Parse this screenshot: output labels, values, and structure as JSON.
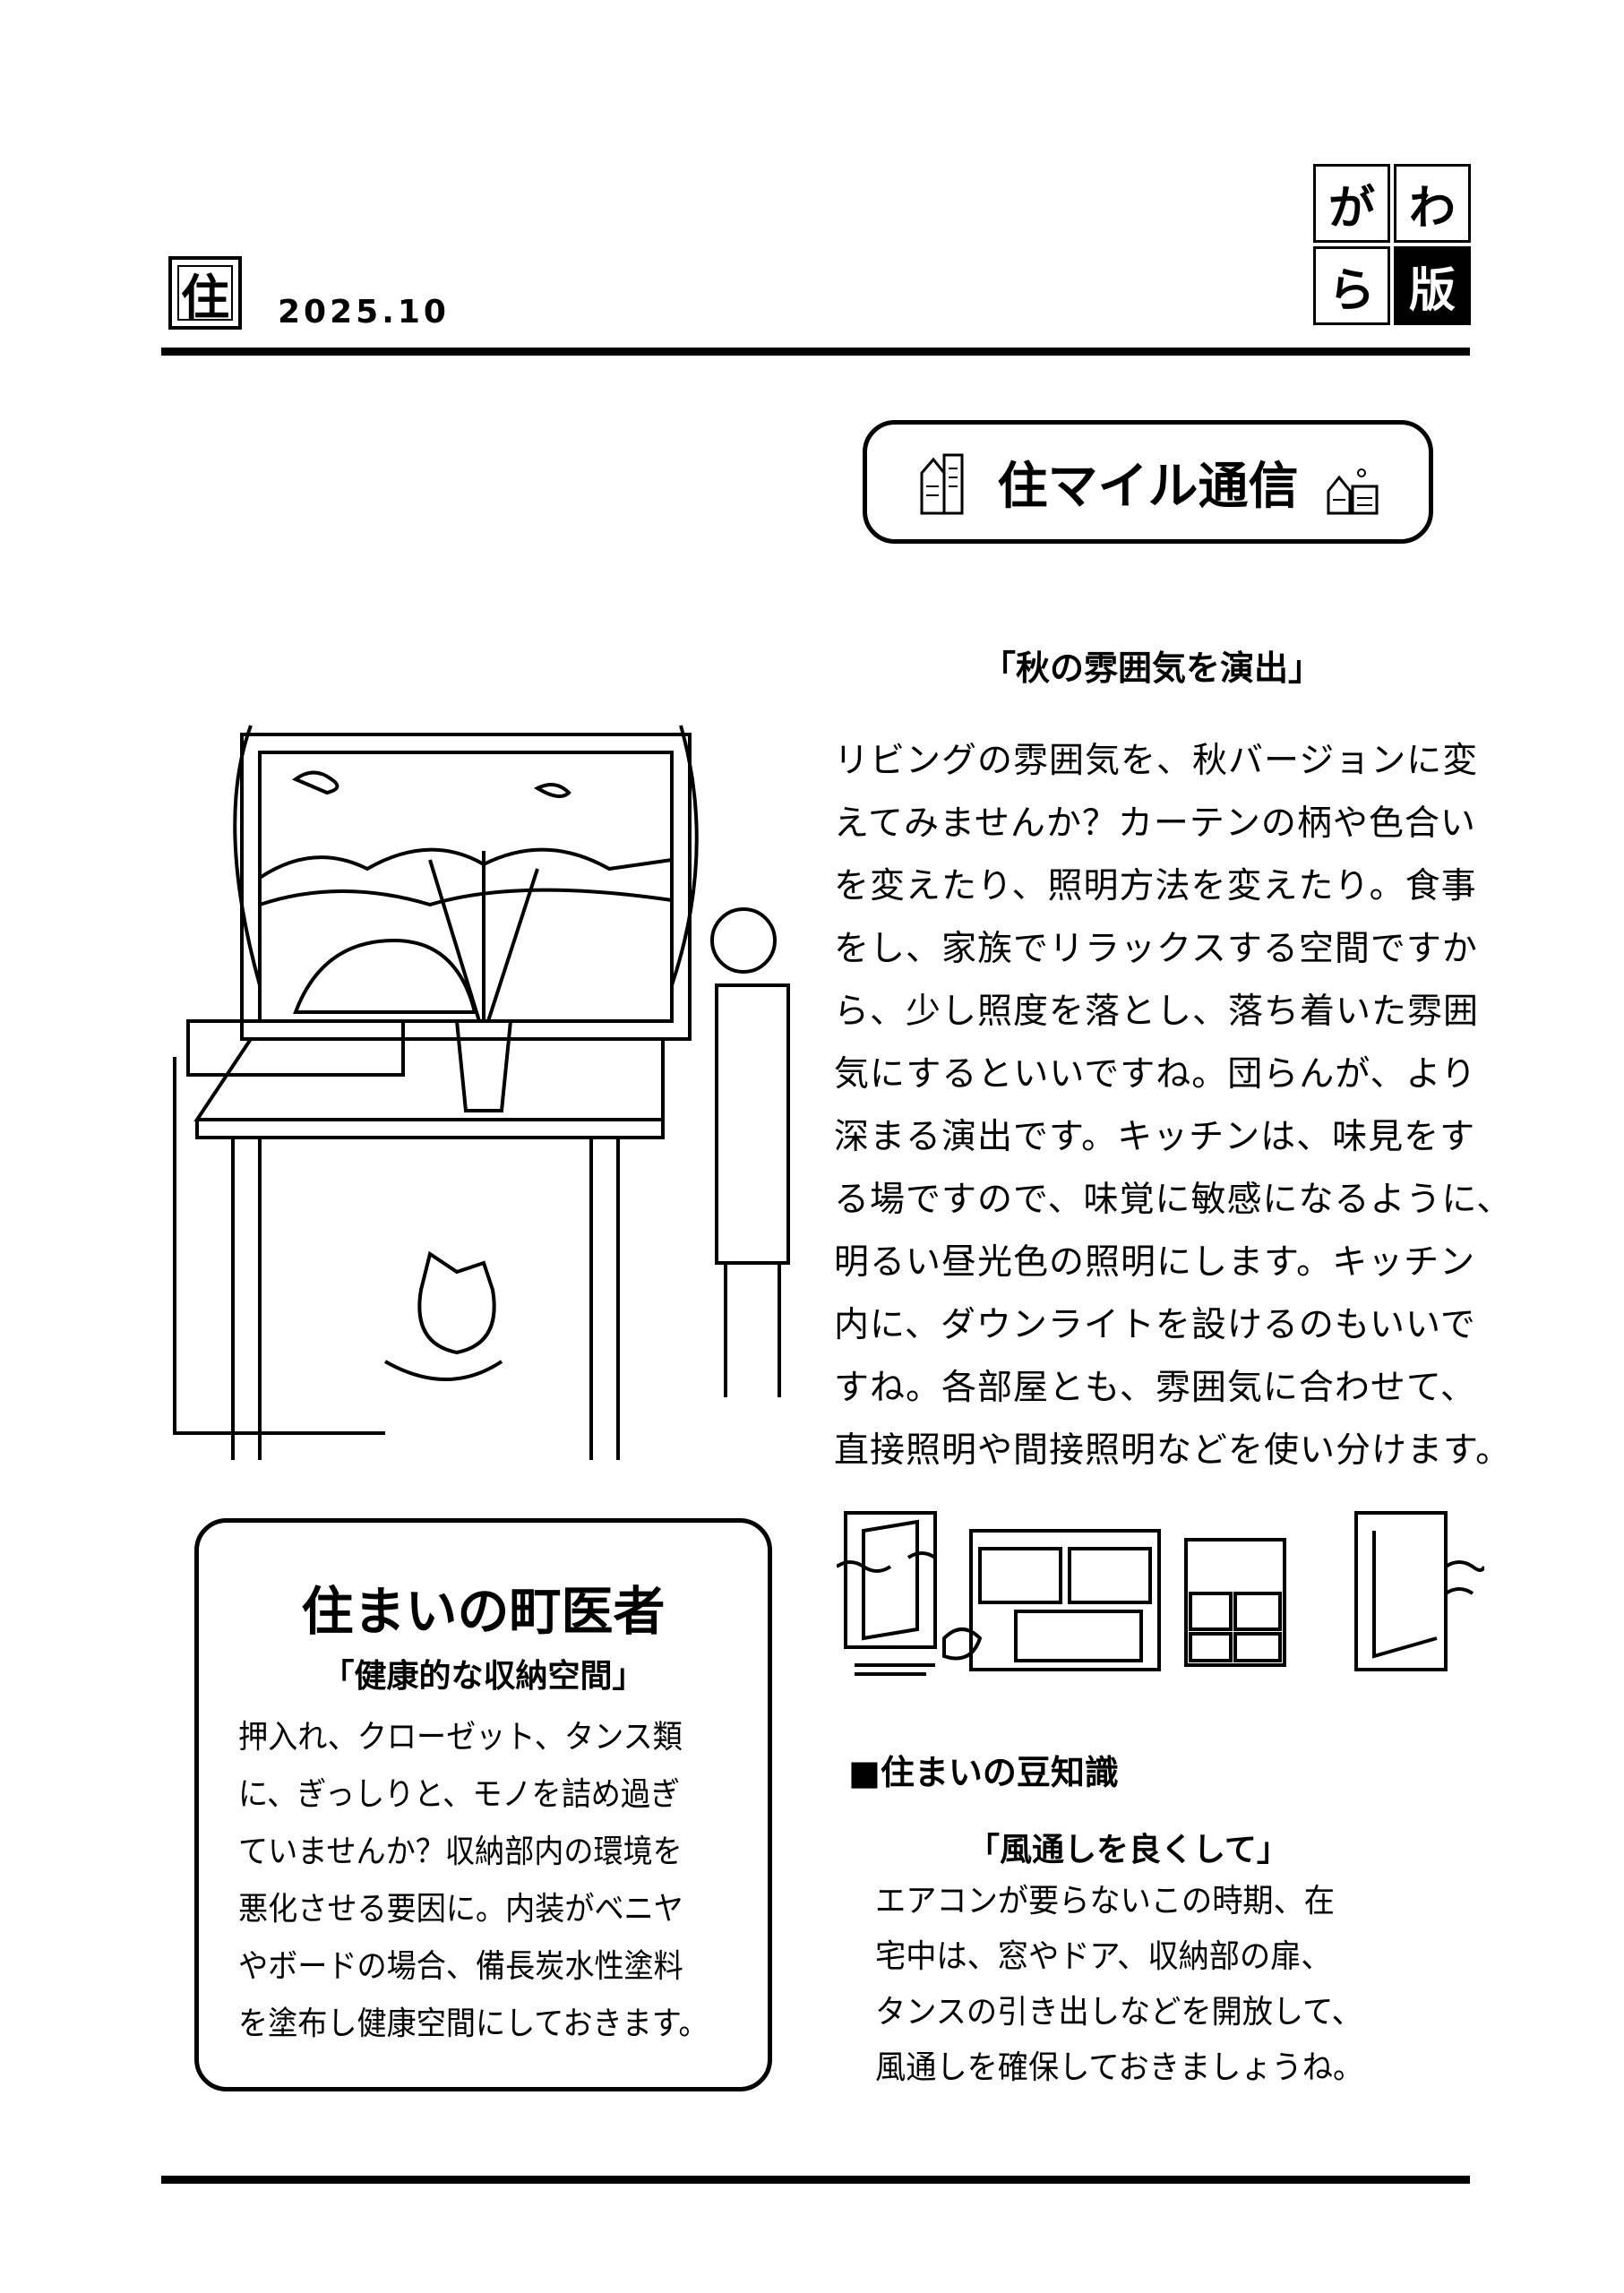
{
  "header": {
    "category_kanji": "住",
    "date": "2025.10",
    "logo": [
      "が",
      "わ",
      "ら",
      "版"
    ]
  },
  "newsletter": {
    "title": "住マイル通信"
  },
  "article": {
    "subtitle": "「秋の雰囲気を演出」",
    "lines": [
      "リビングの雰囲気を、秋バージョンに変",
      "えてみませんか？カーテンの柄や色合い",
      "を変えたり、照明方法を変えたり。食事",
      "をし、家族でリラックスする空間ですか",
      "ら、少し照度を落とし、落ち着いた雰囲",
      "気にするといいですね。団らんが、より",
      "深まる演出です。キッチンは、味見をす",
      "る場ですので、味覚に敏感になるように、",
      "明るい昼光色の照明にします。キッチン",
      "内に、ダウンライトを設けるのもいいで",
      "すね。各部屋とも、雰囲気に合わせて、",
      "直接照明や間接照明などを使い分けます。"
    ]
  },
  "doctor": {
    "title": "住まいの町医者",
    "subtitle": "「健康的な収納空間」",
    "lines": [
      "押入れ、クローゼット、タンス類",
      "に、ぎっしりと、モノを詰め過ぎ",
      "ていませんか？収納部内の環境を",
      "悪化させる要因に。内装がベニヤ",
      "やボードの場合、備長炭水性塗料",
      "を塗布し健康空間にしておきます。"
    ]
  },
  "tips": {
    "heading": "■住まいの豆知識",
    "subtitle": "「風通しを良くして」",
    "lines": [
      "エアコンが要らないこの時期、在",
      "宅中は、窓やドア、収納部の扉、",
      "タンスの引き出しなどを開放して、",
      "風通しを確保しておきましょうね。"
    ]
  }
}
